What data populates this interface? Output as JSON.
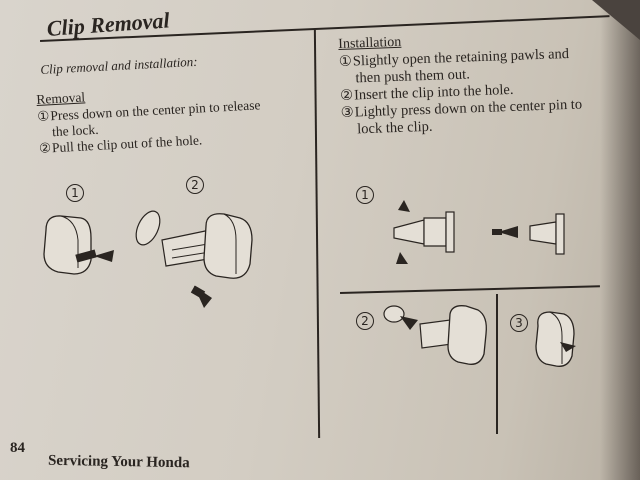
{
  "title": "Clip Removal",
  "subtitle": "Clip removal and installation:",
  "removal": {
    "heading": "Removal",
    "steps": [
      {
        "num": "①",
        "text": "Press down on the center pin to release",
        "cont": "the lock."
      },
      {
        "num": "②",
        "text": "Pull the clip out of the hole.",
        "cont": ""
      }
    ]
  },
  "installation": {
    "heading": "Installation",
    "steps": [
      {
        "num": "①",
        "text": "Slightly open the retaining pawls and",
        "cont": "then push them out."
      },
      {
        "num": "②",
        "text": "Insert the clip into the hole.",
        "cont": ""
      },
      {
        "num": "③",
        "text": "Lightly press down on the center pin to",
        "cont": "lock the clip."
      }
    ]
  },
  "callouts": {
    "removal_1": "1",
    "removal_2": "2",
    "install_1": "1",
    "install_2": "2",
    "install_3": "3"
  },
  "footer": {
    "page_number": "84",
    "section": "Servicing Your Honda"
  }
}
